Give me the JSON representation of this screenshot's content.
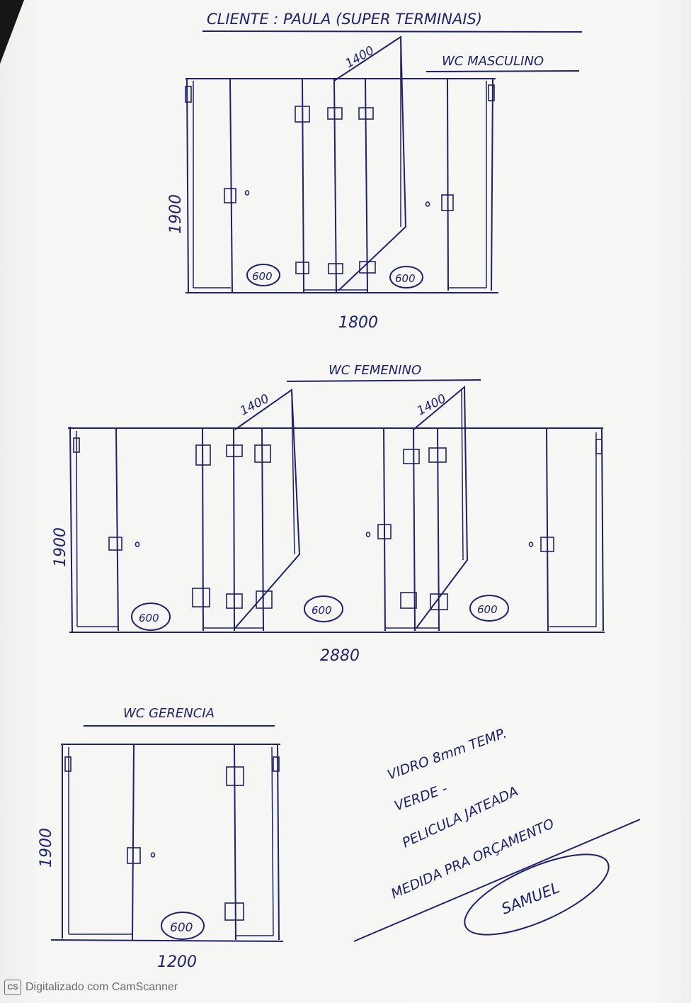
{
  "header": {
    "client": "CLIENTE : PAULA (SUPER TERMINAIS)"
  },
  "wc_masculino": {
    "title": "WC MASCULINO",
    "height_label": "1900",
    "width_label": "1800",
    "door_label": "1400",
    "door_widths": [
      "600",
      "600"
    ]
  },
  "wc_feminino": {
    "title": "WC FEMENINO",
    "height_label": "1900",
    "width_label": "2880",
    "door_labels": [
      "1400",
      "1400"
    ],
    "door_widths": [
      "600",
      "600",
      "600"
    ]
  },
  "wc_gerencia": {
    "title": "WC GERENCIA",
    "height_label": "1900",
    "width_label": "1200",
    "door_widths": [
      "600"
    ]
  },
  "notes": {
    "line1": "VIDRO 8mm TEMP.",
    "line2": "VERDE -",
    "line3": "PELICULA JATEADA",
    "line4": "MEDIDA PRA ORÇAMENTO",
    "signature": "SAMUEL"
  },
  "watermark": {
    "logo": "CS",
    "text": "Digitalizado com CamScanner"
  },
  "colors": {
    "ink": "#20216b",
    "paper": "#f6f6f4",
    "watermark": "#6b6b6b"
  }
}
